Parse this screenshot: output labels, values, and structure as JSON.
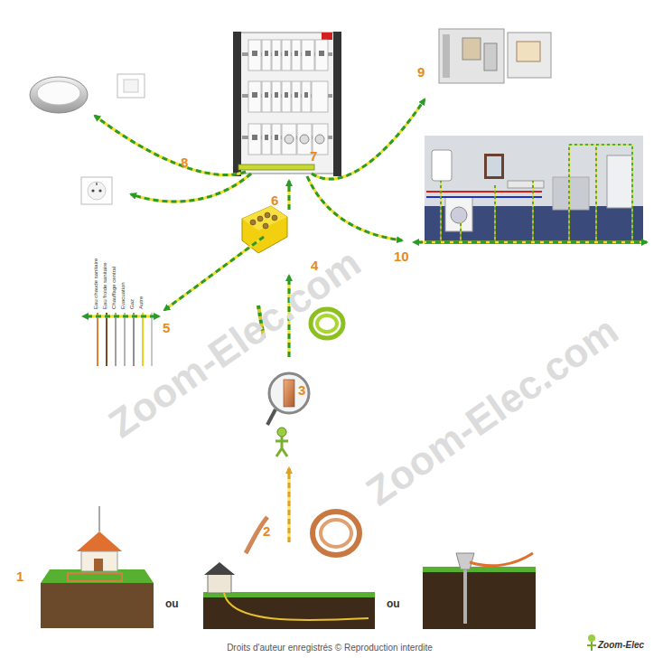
{
  "diagram": {
    "labels": [
      "1",
      "ou",
      "ou",
      "2",
      "3",
      "4",
      "5",
      "6",
      "7",
      "8",
      "9",
      "10",
      "Eau chaude sanitaire",
      "Eau froide sanitaire",
      "Chauffage central",
      "Evacuation",
      "Gaz",
      "Autre",
      "Zoom-Elec.com",
      "Zoom-Elec.com",
      "Droits d'auteur enregistrés © Reproduction interdite",
      "Zoom-Elec"
    ]
  }
}
